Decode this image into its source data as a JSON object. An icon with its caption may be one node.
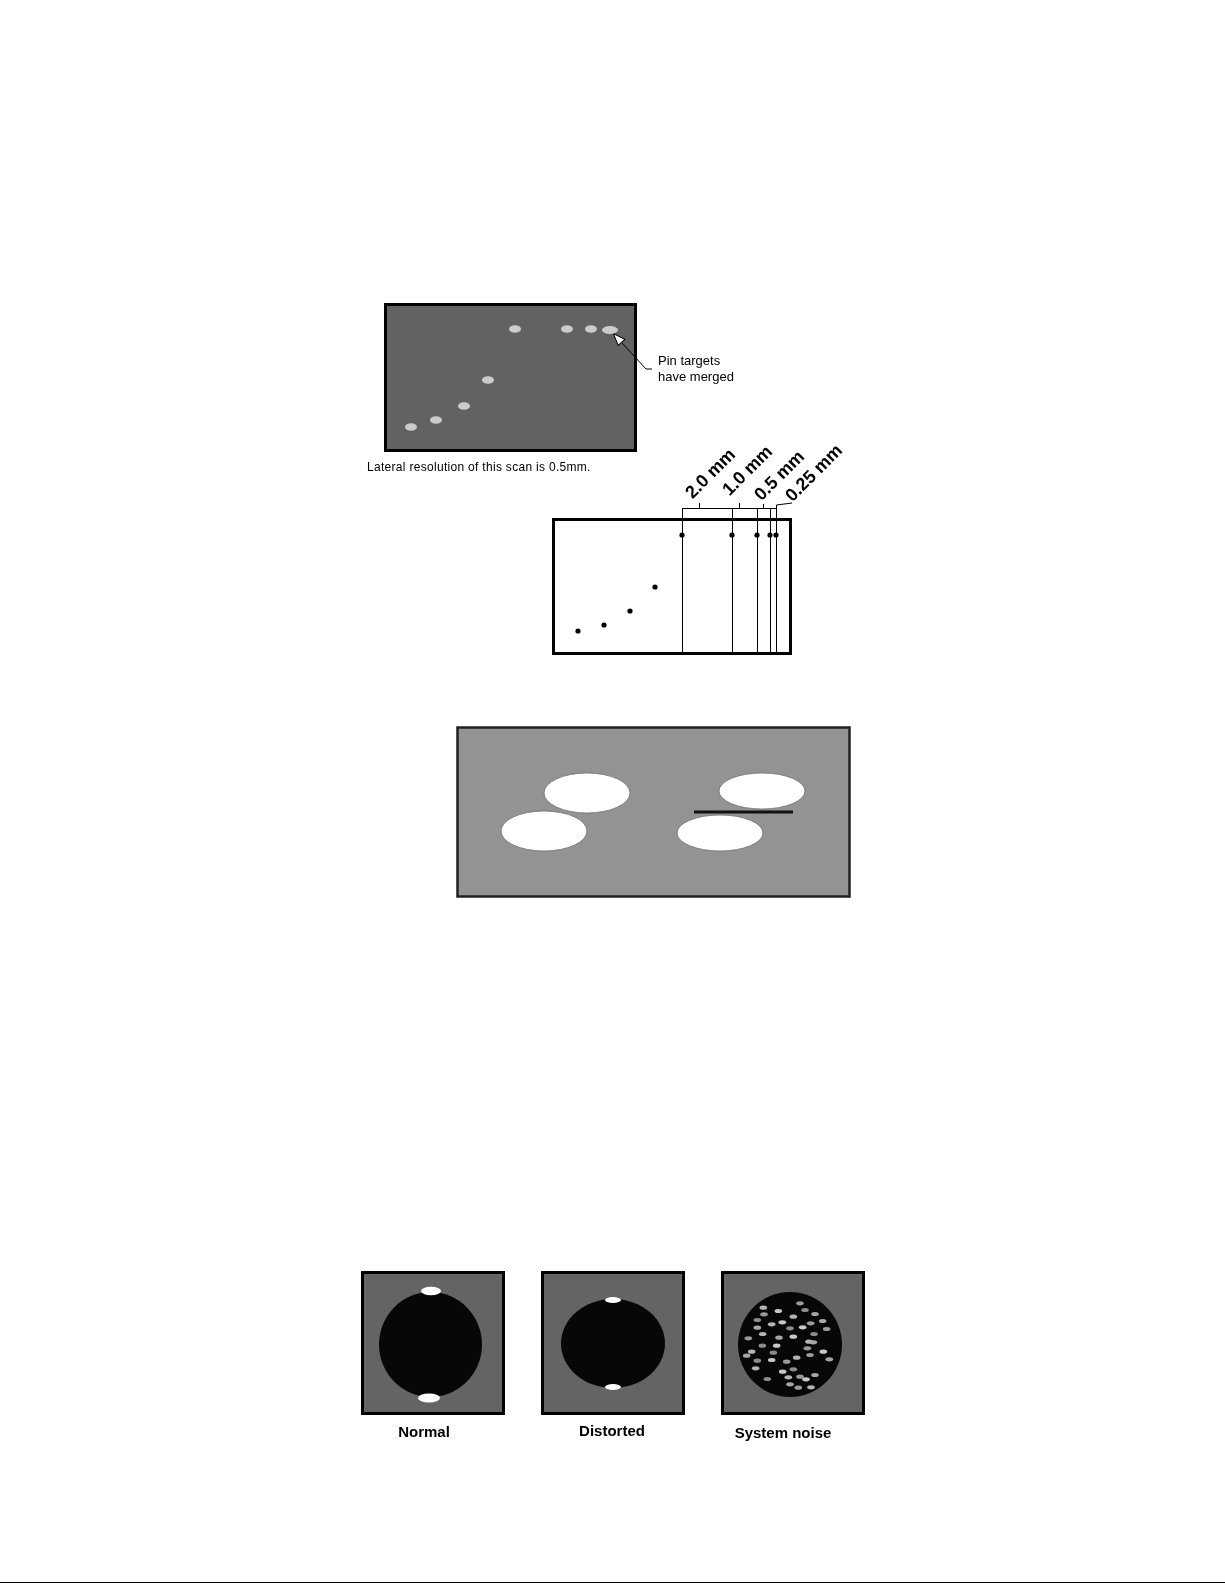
{
  "diagram": {
    "nodes": [
      {
        "text": [
          "Pin targets have merged"
        ]
      },
      {
        "text": [],
        "shape": "circle"
      }
    ],
    "edges": [
      {
        "from": 0,
        "to": 1,
        "arrow": "to"
      }
    ],
    "labels": [
      "Lateral resolution of this scan is 0.5mm.",
      "2.0 mm",
      "1.0 mm",
      "0.5 mm",
      "0.25 mm",
      "Normal",
      "Distorted",
      "System noise"
    ]
  }
}
